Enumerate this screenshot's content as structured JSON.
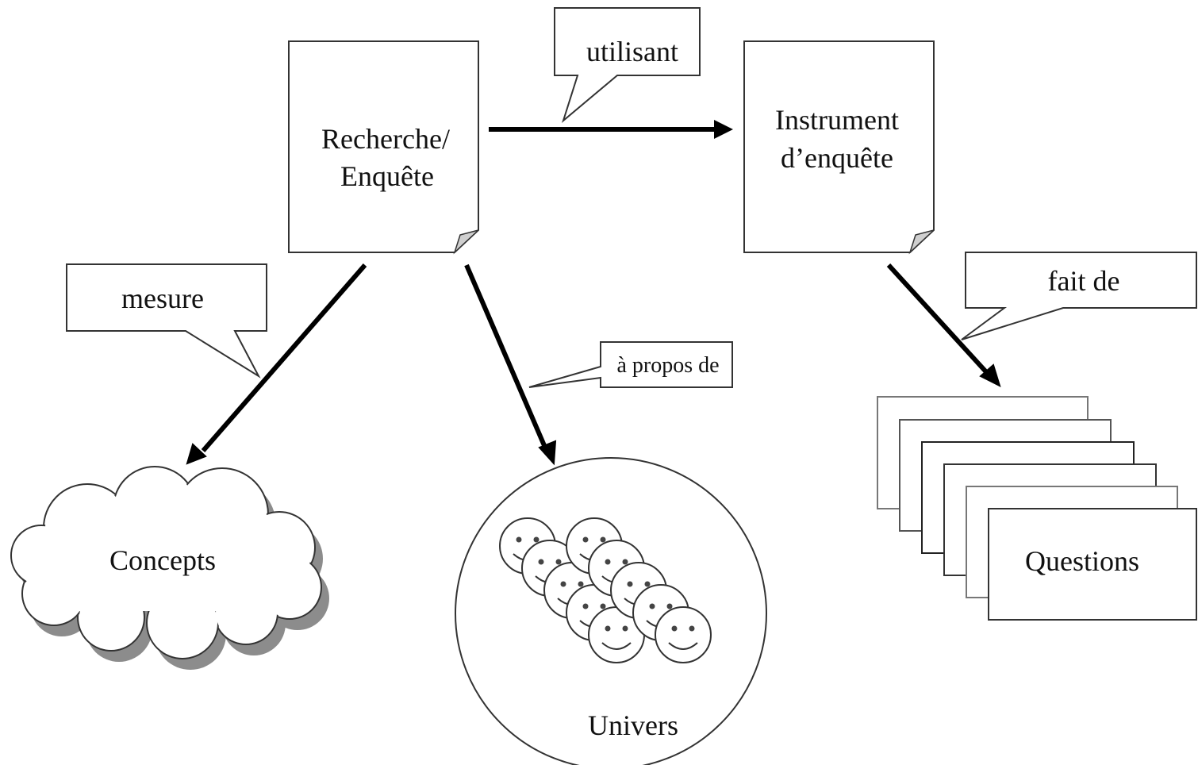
{
  "nodes": {
    "research": {
      "line1": "Recherche/",
      "line2": "Enquête"
    },
    "instrument": {
      "line1": "Instrument",
      "line2": "d’enquête"
    },
    "concepts": {
      "label": "Concepts"
    },
    "universe": {
      "label": "Univers"
    },
    "questions": {
      "label": "Questions"
    }
  },
  "edges": {
    "using": "utilisant",
    "measures": "mesure",
    "about": "à propos de",
    "made_of": "fait de"
  },
  "colors": {
    "stroke": "#333333",
    "shadow": "#8c8c8c",
    "fill": "#ffffff"
  }
}
